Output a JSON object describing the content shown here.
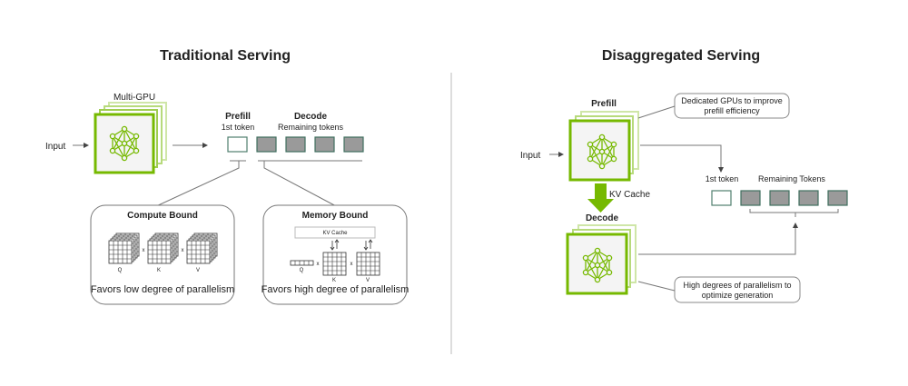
{
  "traditional": {
    "title": "Traditional Serving",
    "input_label": "Input",
    "gpu_label": "Multi-GPU",
    "prefill_label": "Prefill",
    "prefill_sub": "1st token",
    "decode_label": "Decode",
    "decode_sub": "Remaining tokens",
    "compute": {
      "title": "Compute Bound",
      "matrices": [
        "Q",
        "K",
        "V"
      ],
      "op": "x",
      "caption": "Favors low degree of parallelism"
    },
    "memory": {
      "title": "Memory Bound",
      "cache_label": "KV Cache",
      "matrices": [
        "Q",
        "K",
        "V"
      ],
      "op": "x",
      "caption": "Favors high degree of parallelism"
    }
  },
  "disaggregated": {
    "title": "Disaggregated Serving",
    "input_label": "Input",
    "prefill_label": "Prefill",
    "decode_label": "Decode",
    "kv_cache_label": "KV Cache",
    "first_token_label": "1st token",
    "remaining_label": "Remaining Tokens",
    "prefill_note": [
      "Dedicated GPUs to improve",
      "prefill efficiency"
    ],
    "decode_note": [
      "High degrees of parallelism to",
      "optimize generation"
    ]
  },
  "colors": {
    "accent_green": "#76b900",
    "token_gray": "#9a9a9a"
  },
  "icons": [
    "neural-network-icon",
    "arrow-right-icon",
    "kv-cache-arrow-icon"
  ]
}
